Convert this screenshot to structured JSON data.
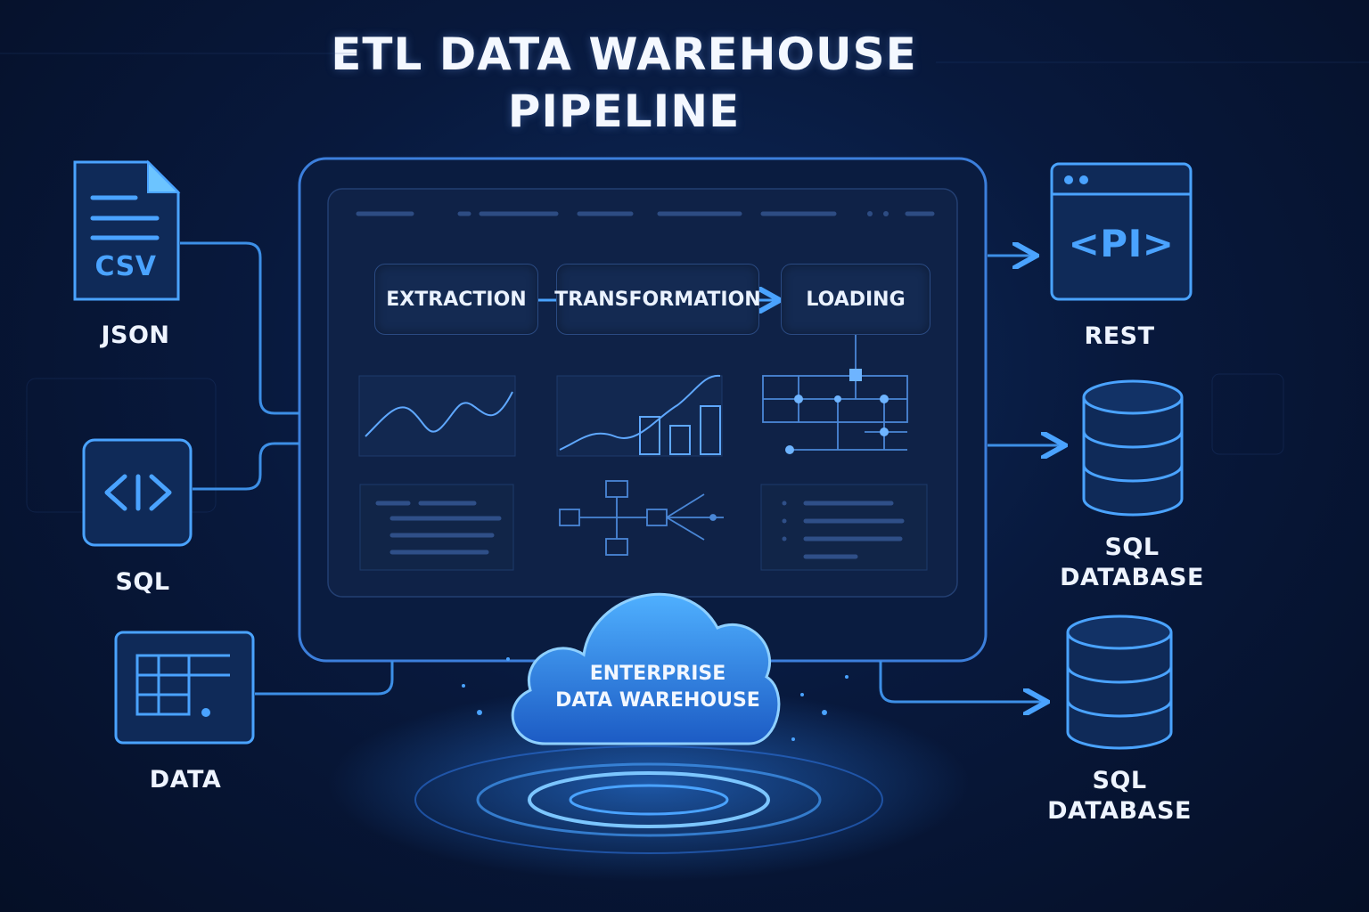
{
  "title": {
    "line1": "ETL DATA WAREHOUSE",
    "line2": "PIPELINE"
  },
  "sources": {
    "csv_badge": "CSV",
    "json_label": "JSON",
    "sql_label": "SQL",
    "data_label": "DATA"
  },
  "stages": {
    "extraction": "EXTRACTION",
    "transformation": "TRANSFORMATION",
    "loading": "LOADING"
  },
  "warehouse": {
    "line1": "ENTERPRISE",
    "line2": "DATA WAREHOUSE"
  },
  "targets": {
    "rest_label": "REST",
    "api_glyph": "<PI>",
    "db1_line1": "SQL",
    "db1_line2": "DATABASE",
    "db2_line1": "SQL",
    "db2_line2": "DATABASE"
  },
  "colors": {
    "accent": "#4aa3ff",
    "line": "#3d8fe6",
    "panel": "#0f2247"
  }
}
